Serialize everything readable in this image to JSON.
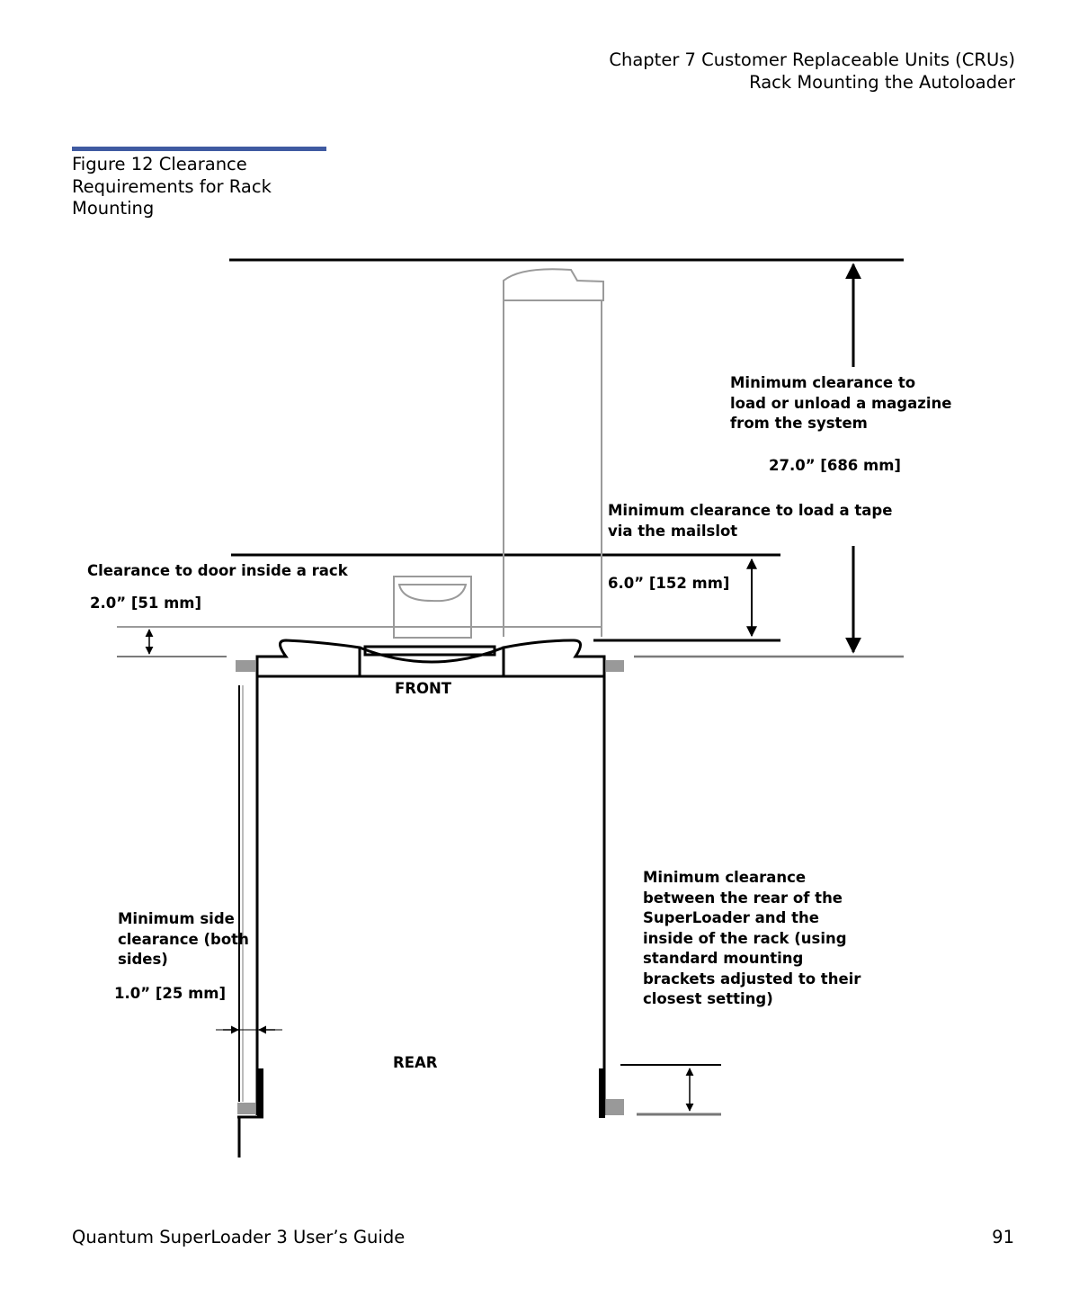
{
  "header": {
    "chapter": "Chapter 7  Customer Replaceable Units (CRUs)",
    "section": "Rack Mounting the Autoloader"
  },
  "figure": {
    "caption_line1": "Figure 12  Clearance",
    "caption_line2": "Requirements for Rack",
    "caption_line3": "Mounting",
    "accent_color": "#3f5aa1"
  },
  "diagram": {
    "magazine_label_1": "Minimum clearance to",
    "magazine_label_2": "load or unload a magazine",
    "magazine_label_3": "from the system",
    "magazine_value": "27.0” [686 mm]",
    "mailslot_label_1": "Minimum clearance to load a tape",
    "mailslot_label_2": "via the mailslot",
    "mailslot_value": "6.0” [152 mm]",
    "door_label": "Clearance to door inside a rack",
    "door_value": "2.0” [51 mm]",
    "front_label": "FRONT",
    "rear_label": "REAR",
    "side_label_1": "Minimum side",
    "side_label_2": "clearance (both",
    "side_label_3": "sides)",
    "side_value": "1.0” [25 mm]",
    "rear_clear_1": "Minimum clearance",
    "rear_clear_2": "between the rear of the",
    "rear_clear_3": "SuperLoader and the",
    "rear_clear_4": "inside of the rack (using",
    "rear_clear_5": "standard mounting",
    "rear_clear_6": "brackets adjusted to their",
    "rear_clear_7": "closest setting)"
  },
  "footer": {
    "title": "Quantum SuperLoader 3 User’s Guide",
    "page_number": "91"
  }
}
